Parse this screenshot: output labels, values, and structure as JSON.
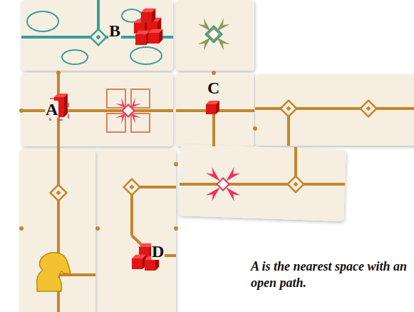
{
  "diagram": {
    "caption": "A is the nearest space with an open path.",
    "labels": [
      "A",
      "B",
      "C",
      "D"
    ]
  }
}
